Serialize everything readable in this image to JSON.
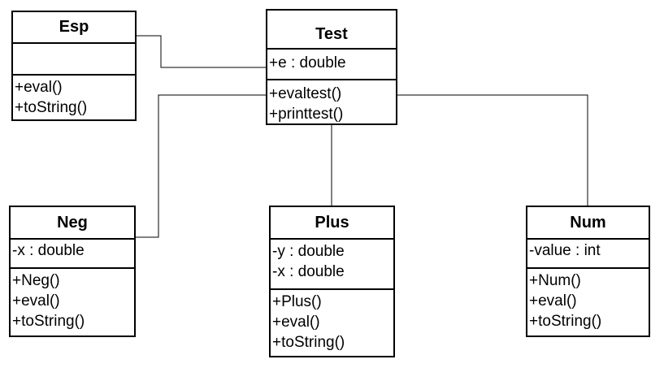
{
  "classes": {
    "esp": {
      "name": "Esp",
      "attributes": [],
      "methods": [
        "+eval()",
        "+toString()"
      ]
    },
    "test": {
      "name": "Test",
      "attributes": [
        "+e : double"
      ],
      "methods": [
        "+evaltest()",
        "+printtest()"
      ]
    },
    "neg": {
      "name": "Neg",
      "attributes": [
        "-x : double"
      ],
      "methods": [
        "+Neg()",
        "+eval()",
        "+toString()"
      ]
    },
    "plus": {
      "name": "Plus",
      "attributes": [
        "-y : double",
        "-x : double"
      ],
      "methods": [
        "+Plus()",
        "+eval()",
        "+toString()"
      ]
    },
    "num": {
      "name": "Num",
      "attributes": [
        "-value : int"
      ],
      "methods": [
        "+Num()",
        "+eval()",
        "+toString()"
      ]
    }
  },
  "colors": {
    "line": "#000000",
    "background": "#ffffff"
  }
}
